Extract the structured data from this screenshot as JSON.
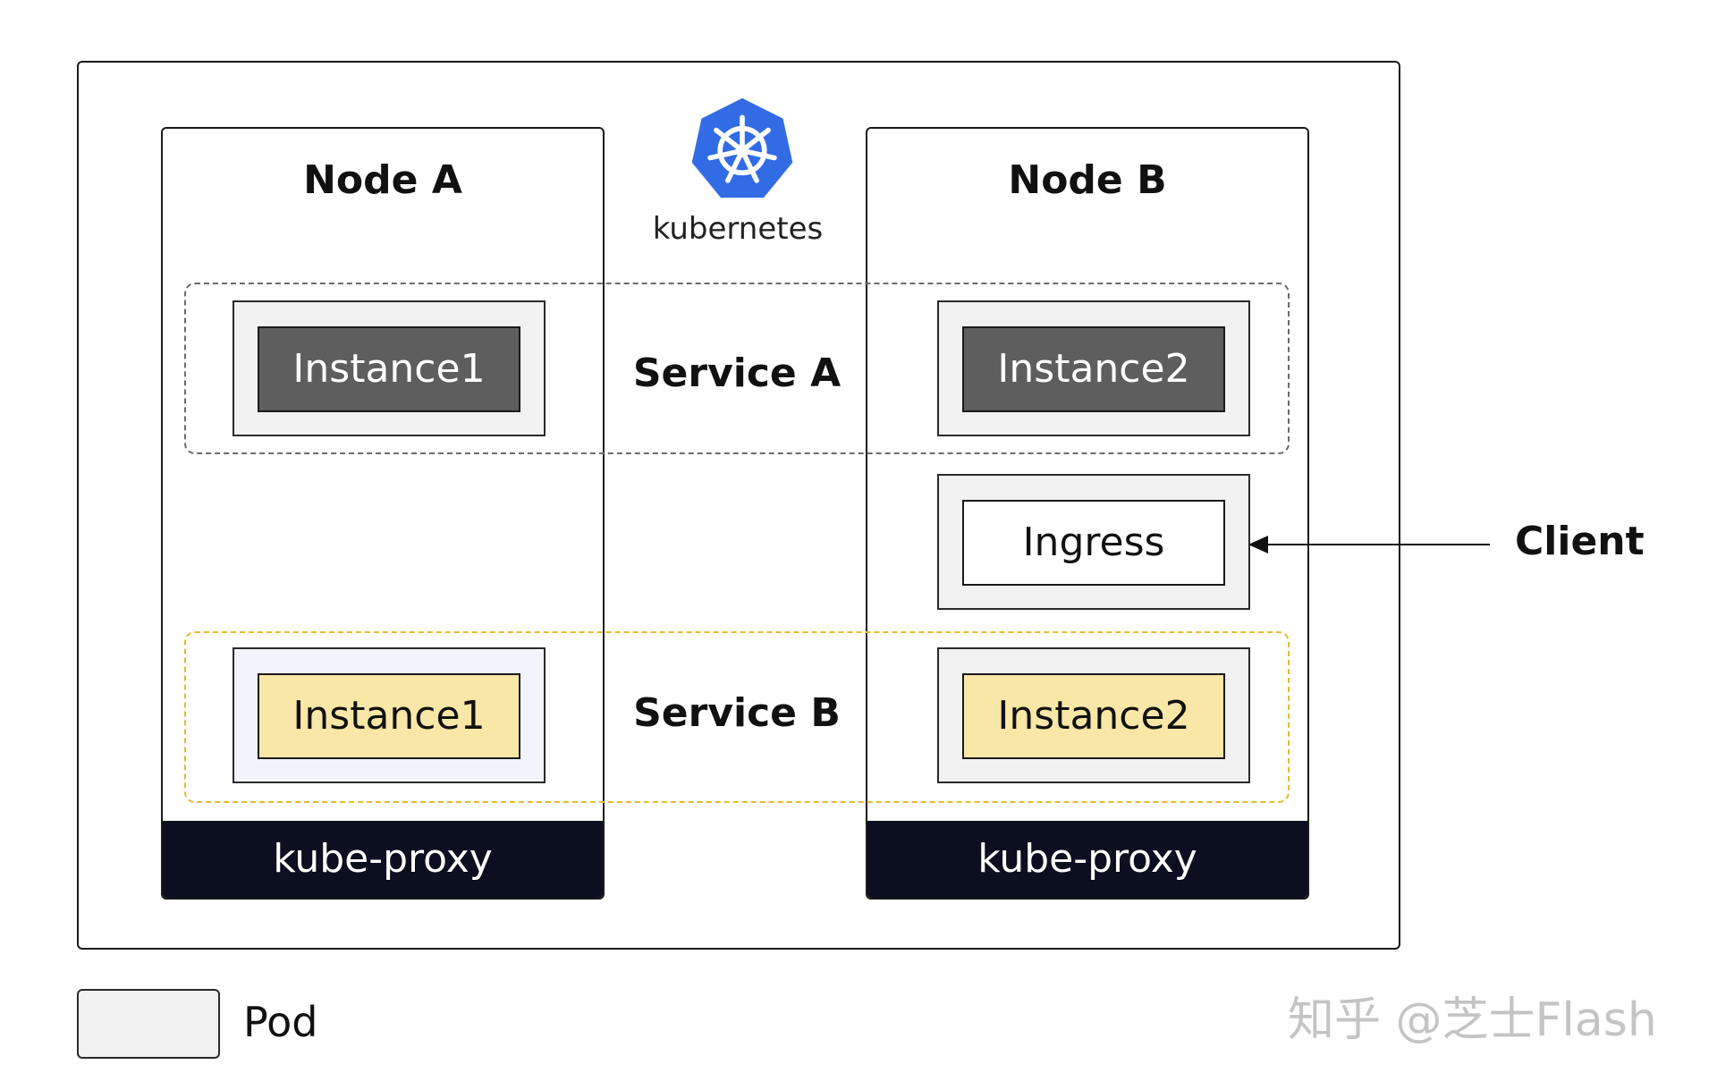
{
  "logo": {
    "name": "kubernetes",
    "icon": "kubernetes-helm-wheel-icon",
    "color": "#326CE5"
  },
  "nodes": [
    {
      "title": "Node A",
      "proxy": "kube-proxy"
    },
    {
      "title": "Node B",
      "proxy": "kube-proxy"
    }
  ],
  "services": [
    {
      "label": "Service A",
      "border_color": "#6b6b6b"
    },
    {
      "label": "Service B",
      "border_color": "#e5b92b"
    }
  ],
  "instances": {
    "service_a_node_a": "Instance1",
    "service_a_node_b": "Instance2",
    "service_b_node_a": "Instance1",
    "service_b_node_b": "Instance2"
  },
  "ingress": "Ingress",
  "client": "Client",
  "legend": {
    "label": "Pod"
  },
  "watermark": "知乎 @芝士Flash",
  "colors": {
    "proxy_bg": "#0b0f1f",
    "instance_dark": "#5e5e5e",
    "instance_yellow": "#f8e7a6",
    "pod_bg": "#f1f1f1"
  }
}
